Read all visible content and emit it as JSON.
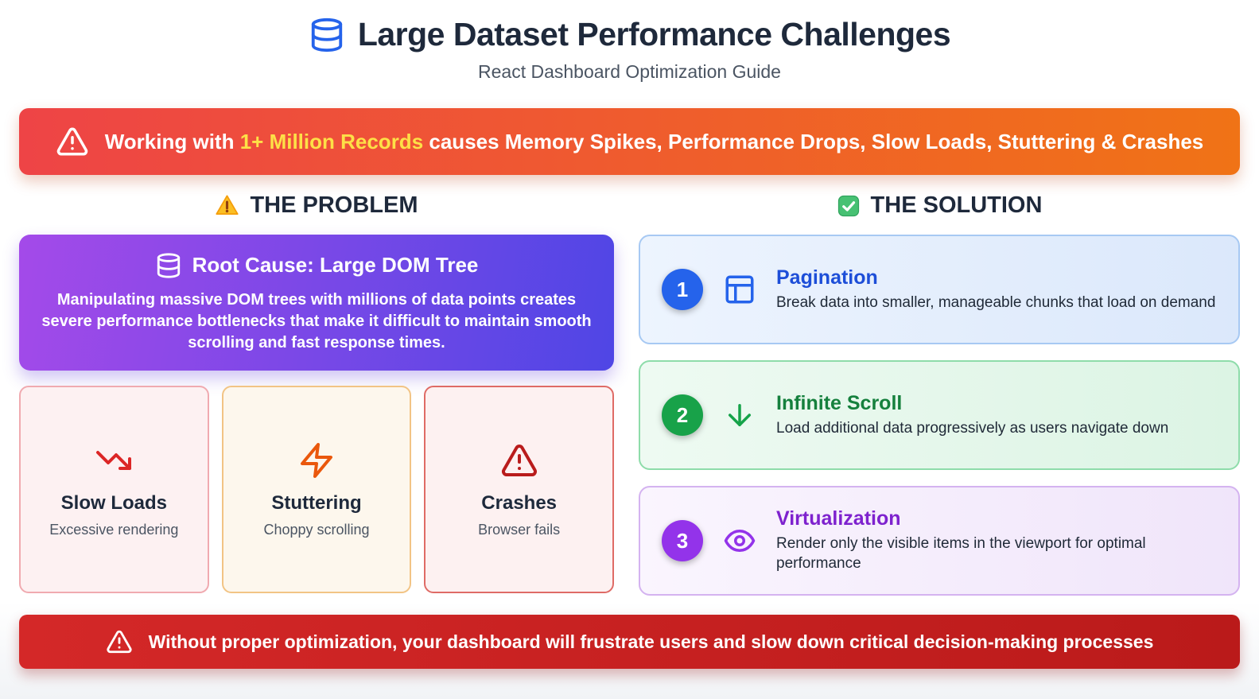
{
  "colors": {
    "header_icon_blue": "#2563eb",
    "title_text": "#1e293b",
    "subtitle_text": "#4b5563",
    "warning_gradient": [
      "#ee4446",
      "#f07316"
    ],
    "warning_highlight_yellow": "#fde047",
    "root_cause_gradient": [
      "#a44ae9",
      "#4f46e5"
    ],
    "footer_gradient": [
      "#d42828",
      "#ba1a1a"
    ]
  },
  "header": {
    "icon": "database-icon",
    "title": "Large Dataset Performance Challenges",
    "subtitle": "React Dashboard Optimization Guide"
  },
  "warning_banner": {
    "icon": "alert-triangle-icon",
    "prefix": "Working with",
    "highlight": "1+ Million Records",
    "suffix": "causes Memory Spikes, Performance Drops, Slow Loads, Stuttering & Crashes"
  },
  "problem": {
    "heading_icon": "warning-emoji-icon",
    "heading": "THE PROBLEM",
    "root_cause": {
      "icon": "database-icon",
      "title": "Root Cause: Large DOM Tree",
      "body": "Manipulating massive DOM trees with millions of data points creates severe performance bottlenecks that make it difficult to maintain smooth scrolling and fast response times."
    },
    "cards": [
      {
        "icon": "trending-down-icon",
        "icon_color": "#dc2626",
        "title": "Slow Loads",
        "subtitle": "Excessive rendering"
      },
      {
        "icon": "zap-icon",
        "icon_color": "#ea580c",
        "title": "Stuttering",
        "subtitle": "Choppy scrolling"
      },
      {
        "icon": "alert-triangle-icon",
        "icon_color": "#b91c1c",
        "title": "Crashes",
        "subtitle": "Browser fails"
      }
    ]
  },
  "solution": {
    "heading_icon": "check-emoji-icon",
    "heading": "THE SOLUTION",
    "cards": [
      {
        "number": "1",
        "icon": "layout-icon",
        "accent": "#2563eb",
        "title": "Pagination",
        "description": "Break data into smaller, manageable chunks that load on demand"
      },
      {
        "number": "2",
        "icon": "arrow-down-icon",
        "accent": "#16a34a",
        "title": "Infinite Scroll",
        "description": "Load additional data progressively as users navigate down"
      },
      {
        "number": "3",
        "icon": "eye-icon",
        "accent": "#9333ea",
        "title": "Virtualization",
        "description": "Render only the visible items in the viewport for optimal performance"
      }
    ]
  },
  "footer_banner": {
    "icon": "alert-triangle-icon",
    "text": "Without proper optimization, your dashboard will frustrate users and slow down critical decision-making processes"
  }
}
